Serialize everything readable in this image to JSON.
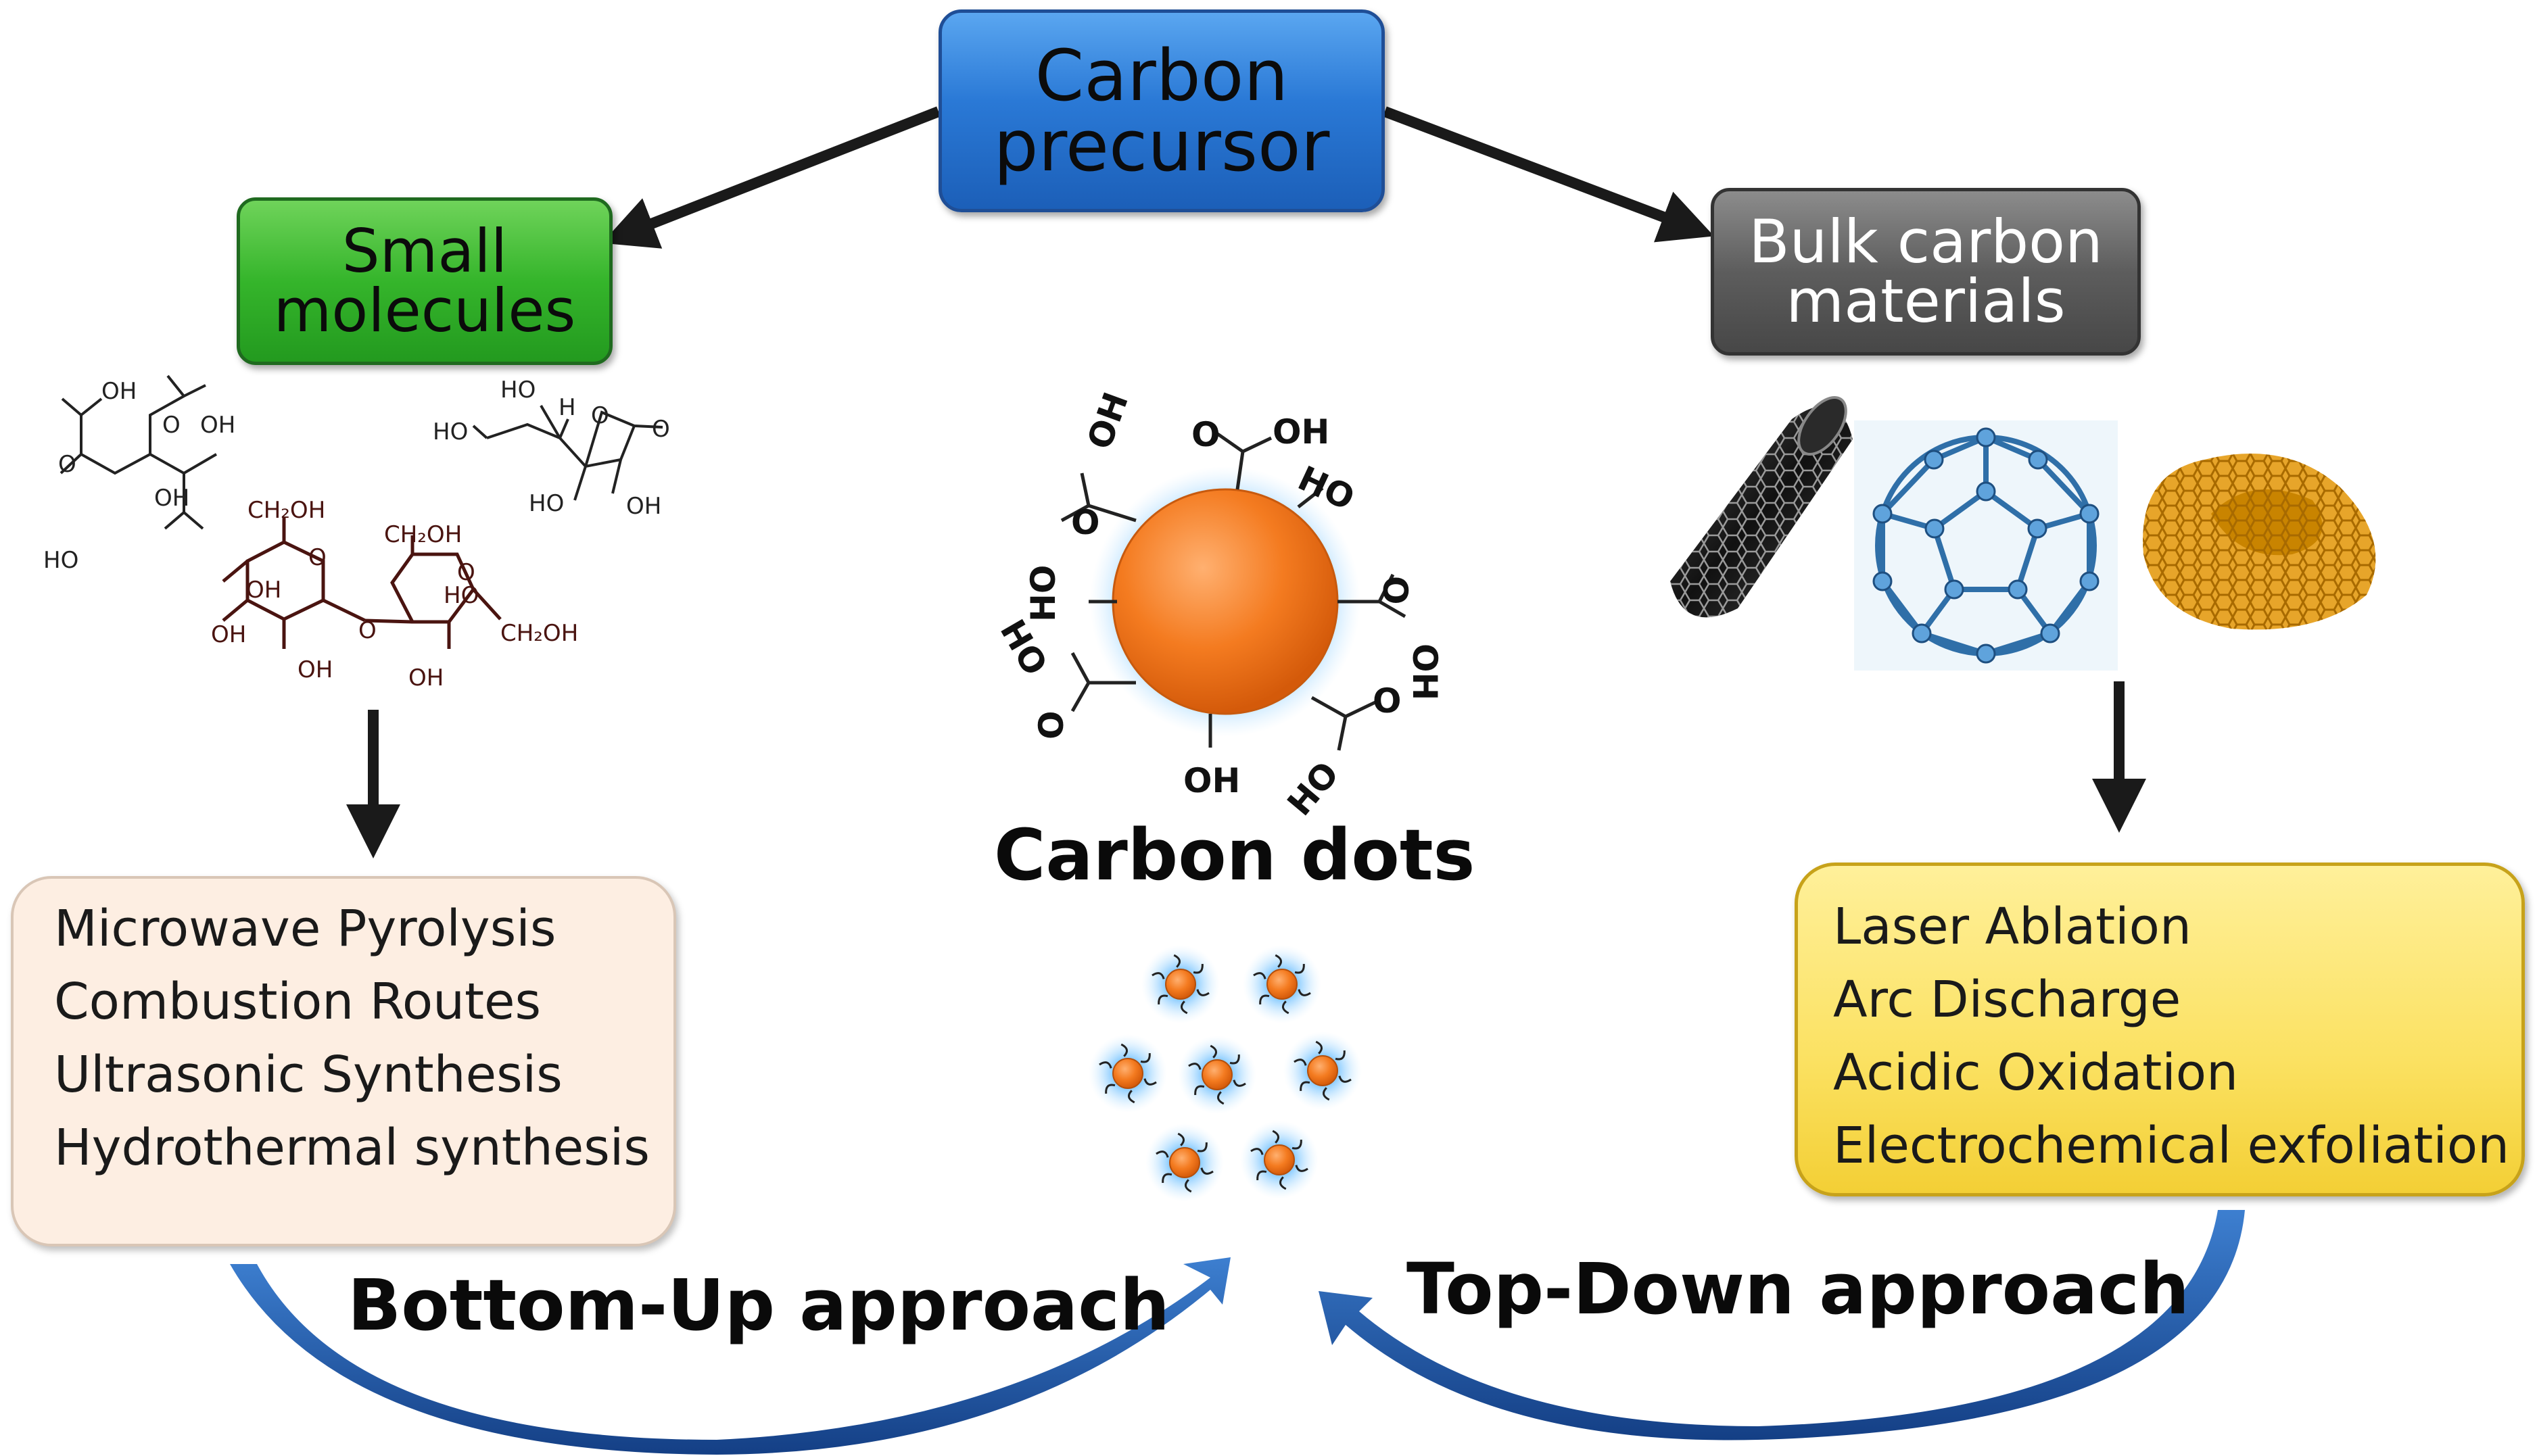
{
  "nodes": {
    "carbon_precursor": {
      "line1": "Carbon",
      "line2": "precursor"
    },
    "small_molecules": {
      "line1": "Small",
      "line2": "molecules"
    },
    "bulk_carbon": {
      "line1": "Bulk carbon",
      "line2": "materials"
    }
  },
  "bottom_up": {
    "methods": [
      "Microwave Pyrolysis",
      "Combustion Routes",
      "Ultrasonic Synthesis",
      "Hydrothermal synthesis"
    ],
    "label": "Bottom-Up approach"
  },
  "top_down": {
    "methods": [
      "Laser Ablation",
      "Arc Discharge",
      "Acidic Oxidation",
      "Electrochemical exfoliation"
    ],
    "label": "Top-Down approach"
  },
  "carbon_dots": {
    "label": "Carbon dots"
  },
  "molecule_labels": {
    "OH": "OH",
    "HO": "HO",
    "O": "O",
    "H": "H",
    "CH2OH": "CH₂OH"
  },
  "colors": {
    "precursor_box": "#2a79d6",
    "small_molecules_box": "#35b52b",
    "bulk_carbon_box": "#5d5d5d",
    "bottom_up_box": "#fdeee2",
    "top_down_box": "#fbe161",
    "dot_orange": "#f47b20",
    "curve_arrow_blue": "#1f5fae",
    "sugar_bonds": "#4a1410"
  }
}
